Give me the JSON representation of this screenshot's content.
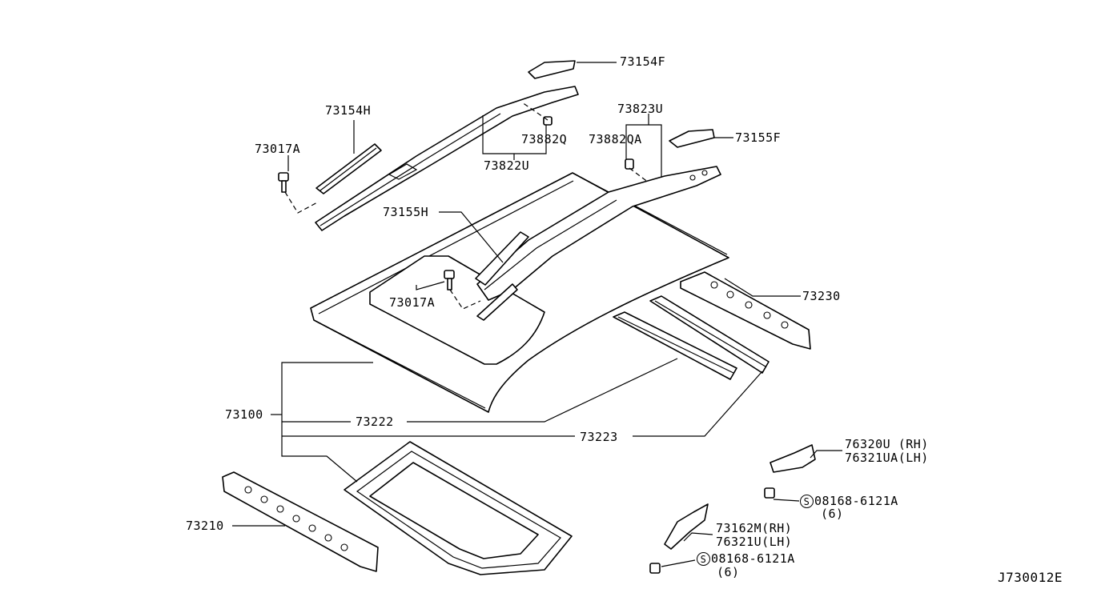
{
  "labels": {
    "p73154F": "73154F",
    "p73154H": "73154H",
    "p73017A_1": "73017A",
    "p73882Q": "73882Q",
    "p73822U": "73822U",
    "p73823U": "73823U",
    "p73882QA": "73882QA",
    "p73155F": "73155F",
    "p73155H": "73155H",
    "p73017A_2": "73017A",
    "p73230": "73230",
    "p73100": "73100",
    "p73222": "73222",
    "p73223": "73223",
    "p76320U": "76320U (RH)",
    "p76321UA": "76321UA(LH)",
    "p08168_1": "08168-6121A",
    "qty_1": "(6)",
    "p73210": "73210",
    "p73162M": "73162M(RH)",
    "p76321U": "76321U(LH)",
    "p08168_2": "08168-6121A",
    "qty_2": "(6)",
    "s_symbol": "S",
    "diagram_id": "J730012E"
  }
}
